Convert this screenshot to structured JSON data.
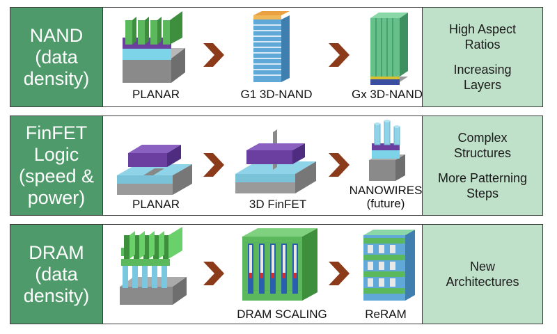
{
  "rows": [
    {
      "category": "NAND\n(data\ndensity)",
      "stages": [
        "PLANAR",
        "G1 3D-NAND",
        "Gx 3D-NAND"
      ],
      "notes": [
        "High Aspect\nRatios",
        "Increasing\nLayers"
      ]
    },
    {
      "category": "FinFET\nLogic\n(speed &\npower)",
      "stages": [
        "PLANAR",
        "3D FinFET",
        "NANOWIRES\n(future)"
      ],
      "notes": [
        "Complex\nStructures",
        "More Patterning\nSteps"
      ]
    },
    {
      "category": "DRAM\n(data\ndensity)",
      "stages": [
        "",
        "DRAM SCALING",
        "ReRAM"
      ],
      "notes": [
        "New\nArchitectures"
      ]
    }
  ],
  "colors": {
    "category_bg": "#4e9a6a",
    "notes_bg": "#bfe0c9",
    "arrow": "#8b3a1a",
    "green": "#5cb85c",
    "purple": "#6a3fa0",
    "lightblue": "#8fd3e8",
    "gray": "#9a9a9a"
  }
}
